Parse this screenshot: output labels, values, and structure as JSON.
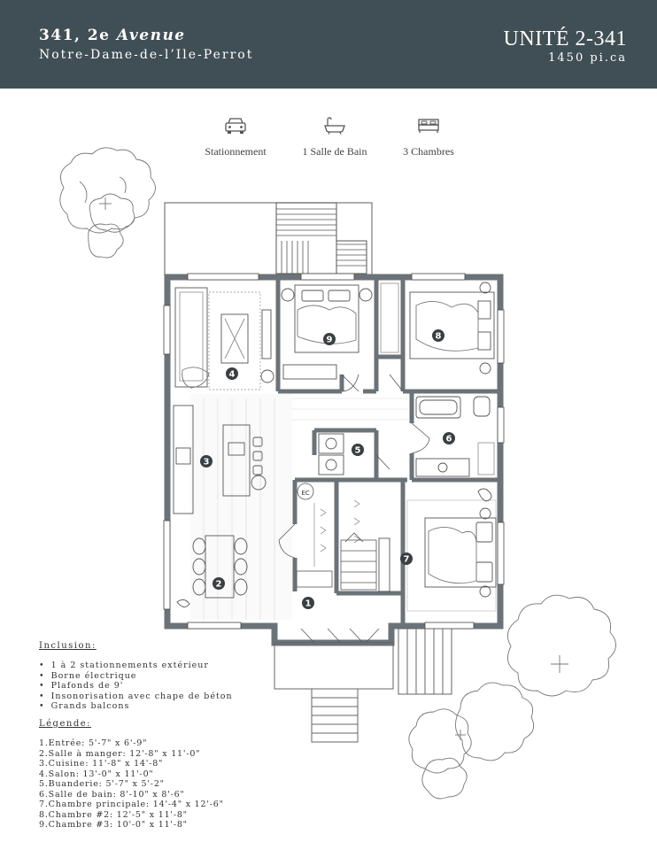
{
  "header": {
    "address_number": "341, 2e",
    "address_street": "Avenue",
    "city": "Notre-Dame-de-l’Ile-Perrot",
    "unit": "UNITÉ 2-341",
    "area": "1450 pi.ca"
  },
  "features": [
    {
      "icon": "car-icon",
      "label": "Stationnement"
    },
    {
      "icon": "bathtub-icon",
      "label": "1 Salle de Bain"
    },
    {
      "icon": "bed-icon",
      "label": "3 Chambres"
    }
  ],
  "plan": {
    "ec_label": "EC",
    "room_markers": [
      "1",
      "2",
      "3",
      "4",
      "5",
      "6",
      "7",
      "8",
      "9"
    ]
  },
  "inclusion": {
    "title": "Inclusion:",
    "items": [
      "1 à 2 stationnements extérieur",
      "Borne électrique",
      "Plafonds de 9'",
      "Insonorisation avec chape de béton",
      "Grands balcons"
    ]
  },
  "legend": {
    "title": "Légende:",
    "items": [
      "1.Entrée: 5'-7\" x 6'-9\"",
      "2.Salle à manger: 12'-8\" x 11'-0\"",
      "3.Cuisine: 11'-8\" x 14'-8\"",
      "4.Salon: 13'-0\" x 11'-0\"",
      "5.Buanderie: 5'-7\" x 5'-2\"",
      "6.Salle de bain: 8'-10\" x 8'-6\"",
      "7.Chambre principale: 14'-4\" x 12'-6\"",
      "8.Chambre #2: 12'-5\" x 11'-8\"",
      "9.Chambre #3: 10'-0\" x 11'-8\""
    ]
  },
  "colors": {
    "header_bg": "#404f55",
    "wall": "#6b7378",
    "marker": "#3a3f42"
  }
}
